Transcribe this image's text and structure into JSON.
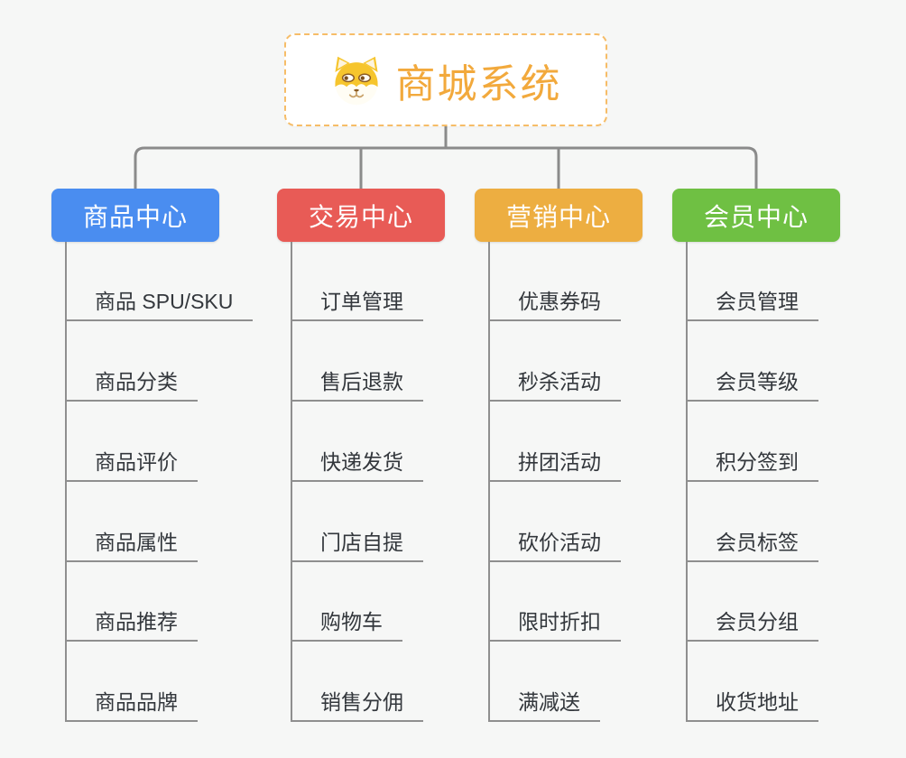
{
  "root": {
    "title": "商城系统",
    "icon": "shiba-dog-icon",
    "text_color": "#f2a93c",
    "border_color": "#f6bd68"
  },
  "connector_color": "#8b8b8b",
  "branches": [
    {
      "label": "商品中心",
      "color": "#4a8df0",
      "items": [
        "商品 SPU/SKU",
        "商品分类",
        "商品评价",
        "商品属性",
        "商品推荐",
        "商品品牌"
      ]
    },
    {
      "label": "交易中心",
      "color": "#e85b56",
      "items": [
        "订单管理",
        "售后退款",
        "快递发货",
        "门店自提",
        "购物车",
        "销售分佣"
      ]
    },
    {
      "label": "营销中心",
      "color": "#edae41",
      "items": [
        "优惠券码",
        "秒杀活动",
        "拼团活动",
        "砍价活动",
        "限时折扣",
        "满减送"
      ]
    },
    {
      "label": "会员中心",
      "color": "#6fc043",
      "items": [
        "会员管理",
        "会员等级",
        "积分签到",
        "会员标签",
        "会员分组",
        "收货地址"
      ]
    }
  ]
}
